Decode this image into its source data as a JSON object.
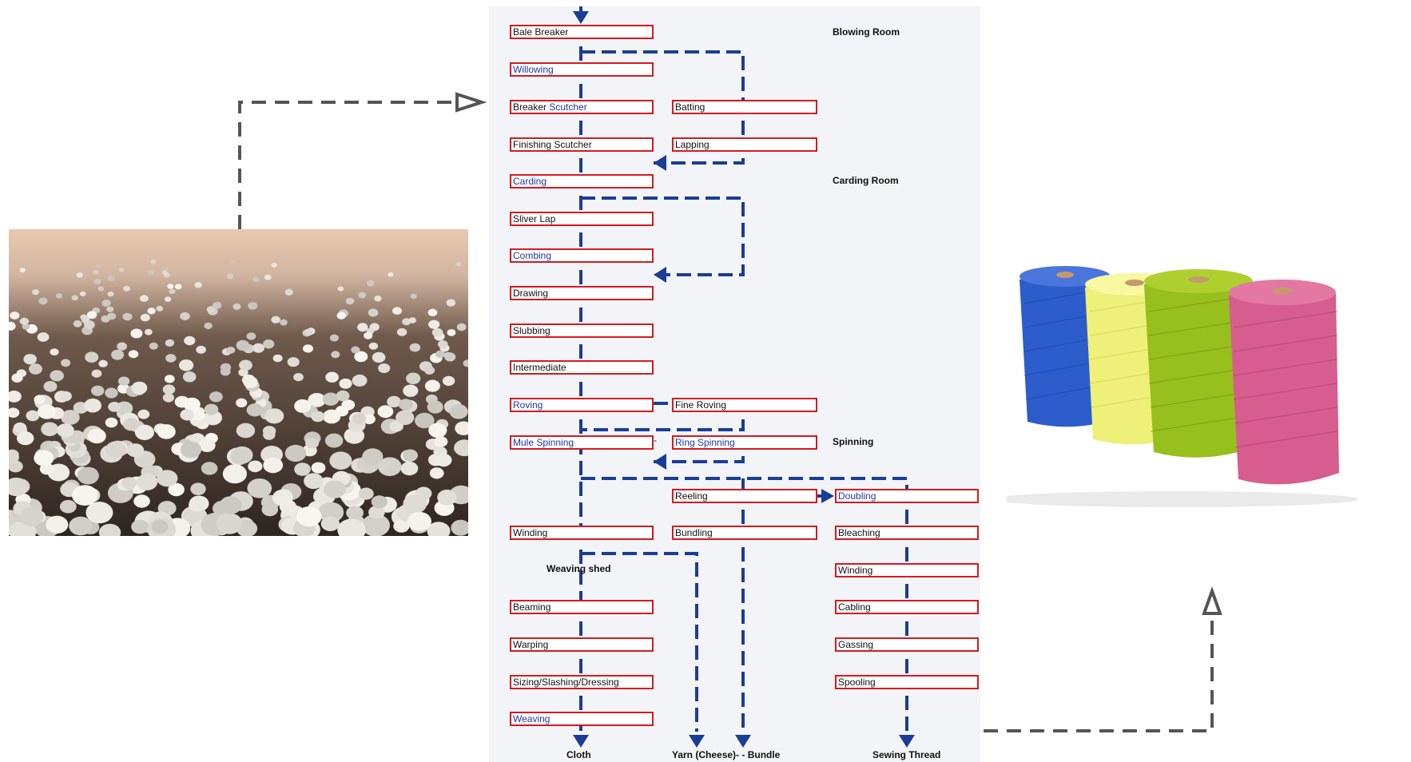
{
  "diagram": {
    "processes": {
      "bale_breaker": "Bale Breaker",
      "willowing": "Willowing",
      "breaker_scutcher_a": "Breaker",
      "breaker_scutcher_b": "Scutcher",
      "batting": "Batting",
      "finishing_scutcher": "Finishing Scutcher",
      "lapping": "Lapping",
      "carding": "Carding",
      "sliver_lap": "Sliver Lap",
      "combing": "Combing",
      "drawing": "Drawing",
      "slubbing": "Slubbing",
      "intermediate": "Intermediate",
      "roving": "Roving",
      "fine_roving": "Fine Roving",
      "mule_spinning": "Mule Spinning",
      "ring_spinning": "Ring Spinning",
      "reeling": "Reeling",
      "doubling": "Doubling",
      "winding": "Winding",
      "bundling": "Bundling",
      "bleaching": "Bleaching",
      "winding_thread": "Winding",
      "beaming": "Beaming",
      "cabling": "Cabling",
      "warping": "Warping",
      "gassing": "Gassing",
      "sizing": "Sizing/Slashing/Dressing",
      "spooling": "Spooling",
      "weaving": "Weaving"
    },
    "sections": {
      "blowing_room": "Blowing Room",
      "carding_room": "Carding Room",
      "spinning": "Spinning",
      "weaving_shed": "Weaving shed"
    },
    "outputs": {
      "cloth": "Cloth",
      "yarn_bundle": "Yarn (Cheese)- - Bundle",
      "sewing_thread": "Sewing Thread"
    },
    "separator": "-",
    "colors": {
      "box_border": "#d7191f",
      "flow_line": "#1a3d96",
      "link_text": "#1f3a9a",
      "connector": "#555555",
      "panel": "#f2f4f8"
    }
  },
  "images": {
    "left": "cotton-field-photo",
    "right": "colored-yarn-spools-photo"
  }
}
